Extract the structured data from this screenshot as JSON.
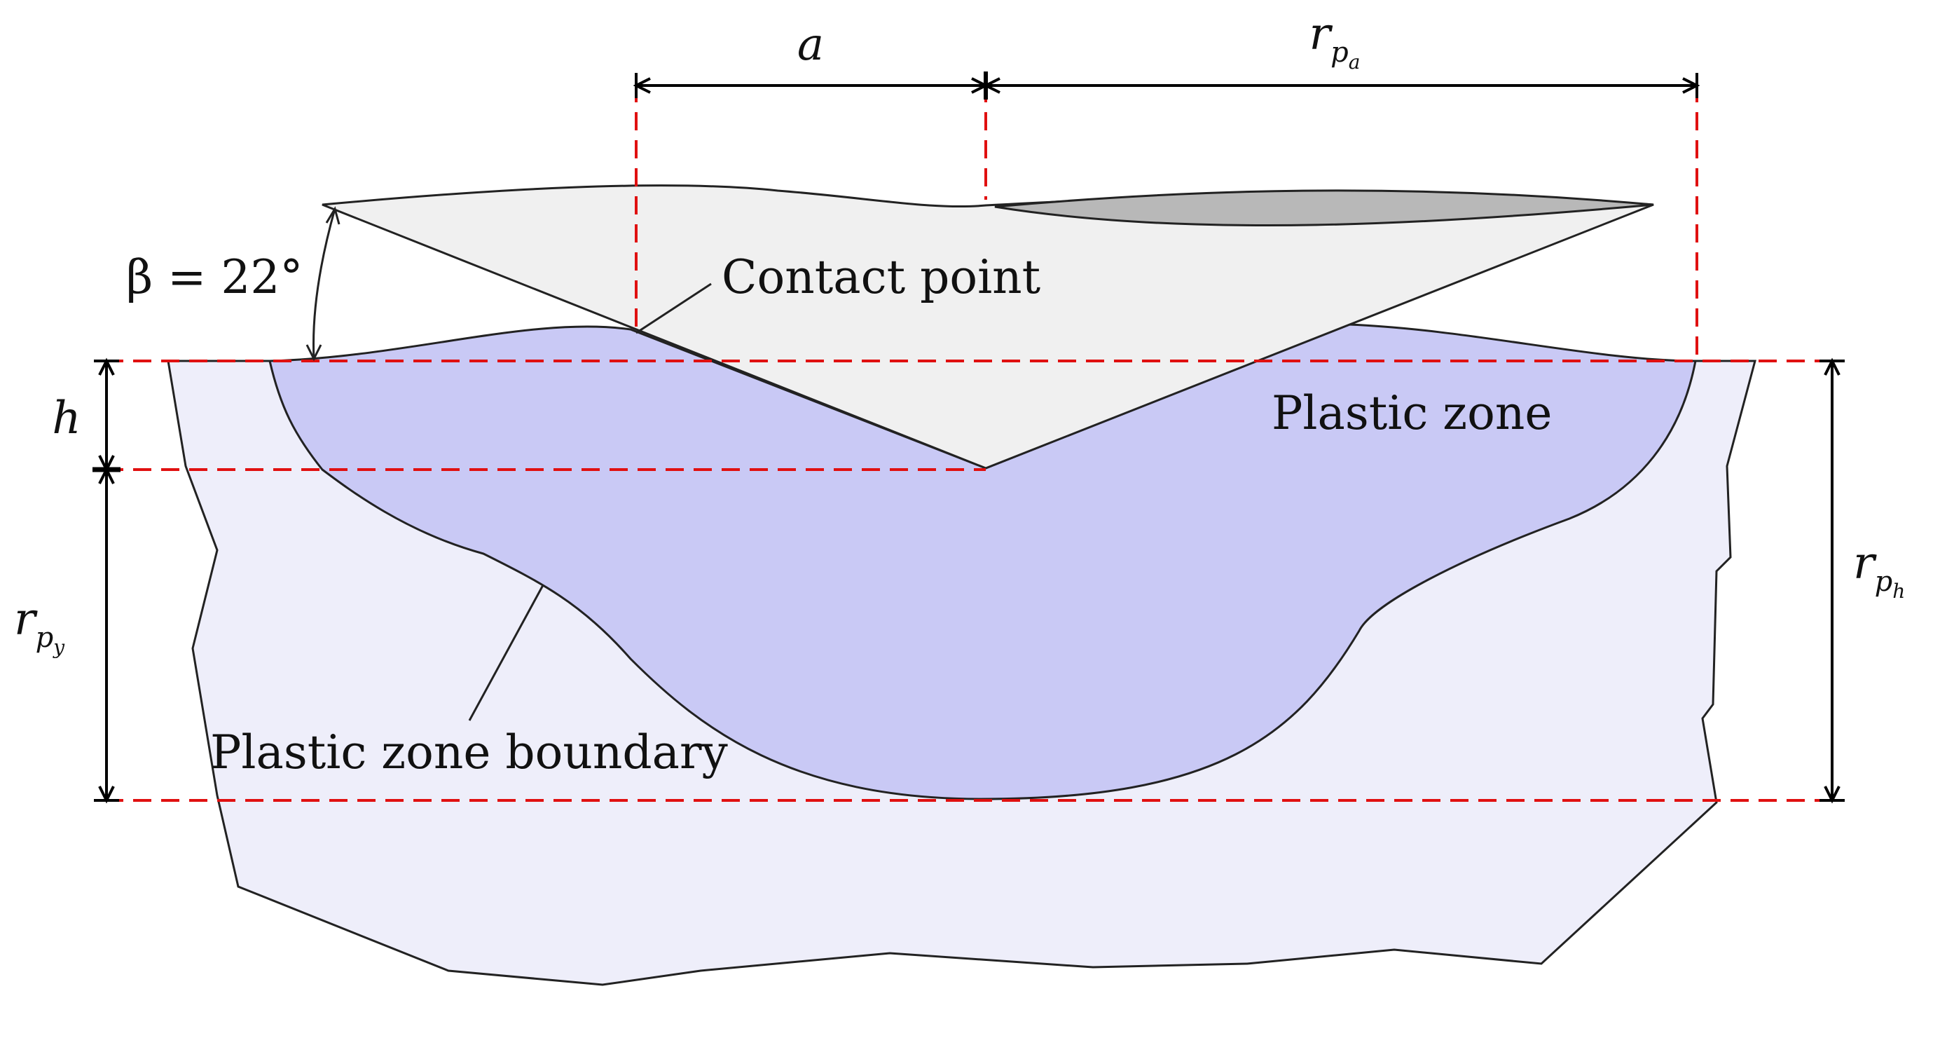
{
  "colors": {
    "background": "#ffffff",
    "material_fill": "#eeeefa",
    "plastic_zone_fill": "#c9c9f5",
    "indenter_fill": "#f0f0f0",
    "indenter_tip_fill": "#b8b8b8",
    "outline": "#222222",
    "guide_dash": "#e01010",
    "dimension": "#000000"
  },
  "labels": {
    "dim_a": "a",
    "dim_rpa_main": "r",
    "dim_rpa_sub1": "p",
    "dim_rpa_sub2": "a",
    "dim_h": "h",
    "dim_rpy_main": "r",
    "dim_rpy_sub1": "p",
    "dim_rpy_sub2": "y",
    "dim_rph_main": "r",
    "dim_rph_sub1": "p",
    "dim_rph_sub2": "h",
    "angle": "β = 22°",
    "contact_point": "Contact point",
    "plastic_zone": "Plastic zone",
    "plastic_zone_boundary": "Plastic zone boundary"
  }
}
